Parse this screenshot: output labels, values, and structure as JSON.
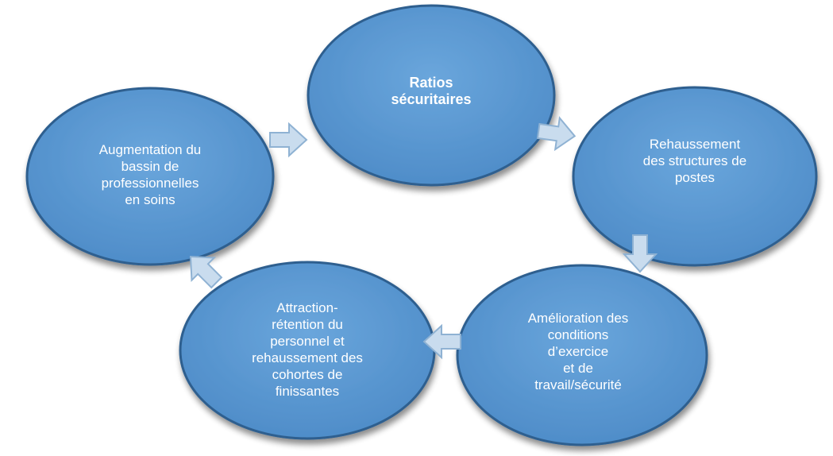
{
  "diagram": {
    "nodes": [
      {
        "id": "ratios",
        "label": "Ratios\nsécuritaires",
        "bold": true
      },
      {
        "id": "rehaussement",
        "label": "Rehaussement\ndes structures de\npostes",
        "bold": false
      },
      {
        "id": "amelioration",
        "label": "Amélioration des\nconditions\nd’exercice\net de\ntravail/sécurité",
        "bold": false
      },
      {
        "id": "attraction",
        "label": "Attraction-\nrétention du\npersonnel et\nrehaussement des\ncohortes de\nfinissantes",
        "bold": false
      },
      {
        "id": "augmentation",
        "label": "Augmentation du\nbassin de\nprofessionnelles\nen soins",
        "bold": false
      }
    ],
    "colors": {
      "node_fill": "#5b9bd5",
      "node_stroke": "#2e5f8f",
      "arrow_fill": "#c9dcee",
      "arrow_stroke": "#8fb2d3",
      "text": "#ffffff"
    }
  }
}
